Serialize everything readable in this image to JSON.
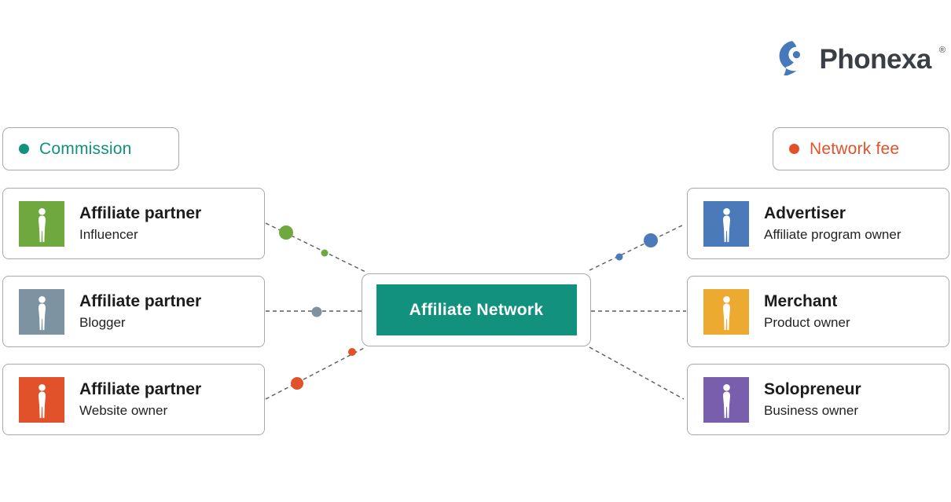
{
  "logo": {
    "text": "Phonexa",
    "registered_mark": "®",
    "icon_color": "#4579bb",
    "text_color": "#3a3e45"
  },
  "legend": {
    "commission": {
      "label": "Commission",
      "color": "#11917e"
    },
    "network_fee": {
      "label": "Network fee",
      "color": "#e2522a"
    }
  },
  "center_node": {
    "label": "Affiliate Network",
    "color": "#11917e"
  },
  "left_nodes": [
    {
      "title": "Affiliate partner",
      "subtitle": "Influencer",
      "color": "#6fa83e"
    },
    {
      "title": "Affiliate partner",
      "subtitle": "Blogger",
      "color": "#7e93a2"
    },
    {
      "title": "Affiliate partner",
      "subtitle": "Website owner",
      "color": "#e2522a"
    }
  ],
  "right_nodes": [
    {
      "title": "Advertiser",
      "subtitle": "Affiliate program owner",
      "color": "#4a7ab9"
    },
    {
      "title": "Merchant",
      "subtitle": "Product owner",
      "color": "#ecaa30"
    },
    {
      "title": "Solopreneur",
      "subtitle": "Business owner",
      "color": "#7a5eae"
    }
  ],
  "connectors": {
    "line_color": "#5c5c5c",
    "influencer_dots_color": "#6fa83e",
    "blogger_dot_color": "#7e93a2",
    "website_owner_dots_color": "#e2522a",
    "advertiser_dots_color": "#4a7ab9"
  }
}
